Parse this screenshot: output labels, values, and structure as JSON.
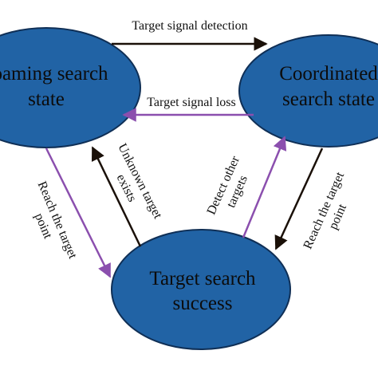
{
  "colors": {
    "node_fill": "#2163a5",
    "node_stroke": "#0f2f56",
    "edge_dark": "#1a1008",
    "edge_purple": "#8b4fae"
  },
  "nodes": {
    "roaming": {
      "line1": "oaming search",
      "line2": "state"
    },
    "coordinated": {
      "line1": "Coordinated",
      "line2": "search state"
    },
    "success": {
      "line1": "Target search",
      "line2": "success"
    }
  },
  "edges": {
    "detection": "Target signal detection",
    "loss": "Target signal loss",
    "reach_target_point_left": {
      "line1": "Reach the target",
      "line2": "point"
    },
    "unknown_target": {
      "line1": "Unknown target",
      "line2": "exists"
    },
    "detect_other": {
      "line1": "Detect other",
      "line2": "targets"
    },
    "reach_target_point_right": {
      "line1": "Reach the target",
      "line2": "point"
    }
  }
}
